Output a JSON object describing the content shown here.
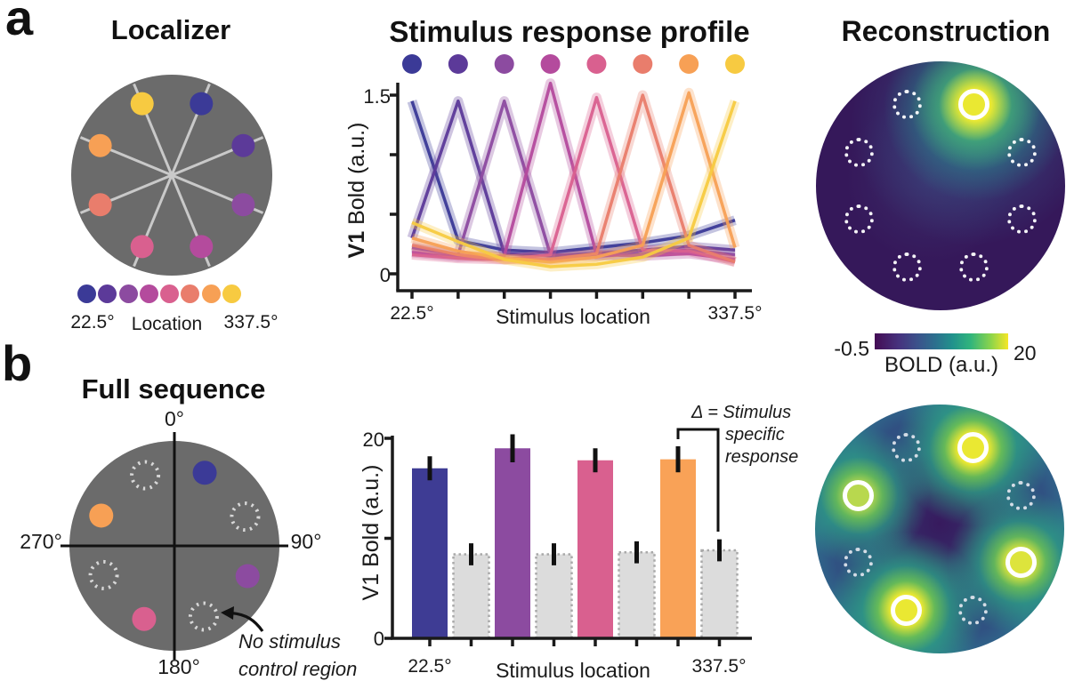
{
  "palette": {
    "plasma": [
      "#3b3a97",
      "#5c3a99",
      "#8c4ba0",
      "#b44b9d",
      "#d9608f",
      "#e97d6c",
      "#f7a055",
      "#f7ca41"
    ],
    "gray_circle": "#6b6b6b",
    "spoke": "#c9c9c9",
    "axis": "#1a1a1a",
    "control_bar_fill": "#dcdcdc",
    "control_bar_border": "#a9a9a9",
    "viridis_ends": [
      "#440c54",
      "#f5e626"
    ]
  },
  "panel_a": {
    "label": "a",
    "localizer": {
      "title": "Localizer",
      "angles_deg": [
        22.5,
        67.5,
        112.5,
        157.5,
        202.5,
        247.5,
        292.5,
        337.5
      ],
      "legend": {
        "min": "22.5°",
        "label": "Location",
        "max": "337.5°"
      }
    },
    "profile": {
      "title": "Stimulus response profile",
      "ylabel_prefix": "V1",
      "ylabel_suffix": " Bold (a.u.)",
      "xlabel": "Stimulus location",
      "ytick_top": "1.5",
      "ytick_bottom": "0",
      "xtick_first": "22.5°",
      "xtick_last": "337.5°"
    },
    "reconstruction": {
      "title": "Reconstruction",
      "solid_ring_angles_deg": [
        22.5
      ],
      "dotted_ring_angles_deg": [
        67.5,
        112.5,
        157.5,
        202.5,
        247.5,
        292.5,
        337.5
      ],
      "colorbar": {
        "min": "-0.5",
        "max": "20",
        "label": "BOLD (a.u.)"
      }
    }
  },
  "panel_b": {
    "label": "b",
    "full_sequence": {
      "title": "Full sequence",
      "axis_labels": {
        "top": "0°",
        "right": "90°",
        "bottom": "180°",
        "left": "270°"
      },
      "stimulus_angles_deg": [
        22.5,
        112.5,
        202.5,
        292.5
      ],
      "stimulus_color_indices": [
        0,
        2,
        4,
        6
      ],
      "control_angles_deg": [
        337.5,
        67.5,
        247.5,
        157.5
      ],
      "annotation": [
        "No stimulus",
        "control region"
      ]
    },
    "bars_labels": {
      "ylabel": "V1 Bold (a.u.)",
      "xlabel": "Stimulus location",
      "ytick_top": "20",
      "ytick_bottom": "0",
      "xtick_first": "22.5°",
      "xtick_last": "337.5°",
      "annotation": [
        "Δ = Stimulus",
        "specific",
        "response"
      ]
    },
    "reconstruction": {
      "solid_ring_angles_deg": [
        22.5,
        112.5,
        202.5,
        292.5
      ],
      "dotted_ring_angles_deg": [
        337.5,
        67.5,
        157.5,
        247.5
      ]
    }
  },
  "chart_data": [
    {
      "type": "line",
      "title": "Stimulus response profile",
      "xlabel": "Stimulus location",
      "ylabel": "V1 Bold (a.u.)",
      "ylim": [
        0,
        1.6
      ],
      "yticks": [
        0,
        0.5,
        1.0,
        1.5
      ],
      "ytick_labels_shown": [
        "0",
        "1.5"
      ],
      "x_tick_angles_deg": [
        22.5,
        67.5,
        112.5,
        157.5,
        202.5,
        247.5,
        292.5,
        337.5
      ],
      "x_tick_labels_shown": [
        "22.5°",
        "337.5°"
      ],
      "series": [
        {
          "name": "22.5°",
          "color": "#3b3a97",
          "values": [
            1.45,
            0.28,
            0.2,
            0.18,
            0.22,
            0.26,
            0.32,
            0.45
          ]
        },
        {
          "name": "67.5°",
          "color": "#5c3a99",
          "values": [
            0.3,
            1.45,
            0.17,
            0.15,
            0.17,
            0.2,
            0.23,
            0.2
          ]
        },
        {
          "name": "112.5°",
          "color": "#8c4ba0",
          "values": [
            0.22,
            0.16,
            1.45,
            0.16,
            0.15,
            0.17,
            0.2,
            0.16
          ]
        },
        {
          "name": "157.5°",
          "color": "#b44b9d",
          "values": [
            0.18,
            0.14,
            0.15,
            1.6,
            0.16,
            0.15,
            0.17,
            0.12
          ]
        },
        {
          "name": "202.5°",
          "color": "#d9608f",
          "values": [
            0.16,
            0.13,
            0.12,
            0.16,
            1.48,
            0.2,
            0.19,
            0.1
          ]
        },
        {
          "name": "247.5°",
          "color": "#e97d6c",
          "values": [
            0.24,
            0.16,
            0.12,
            0.12,
            0.17,
            1.5,
            0.24,
            0.1
          ]
        },
        {
          "name": "292.5°",
          "color": "#f7a055",
          "values": [
            0.3,
            0.19,
            0.13,
            0.1,
            0.14,
            0.24,
            1.52,
            0.22
          ]
        },
        {
          "name": "337.5°",
          "color": "#f7ca41",
          "values": [
            0.43,
            0.27,
            0.12,
            0.06,
            0.08,
            0.14,
            0.3,
            1.45
          ]
        }
      ]
    },
    {
      "type": "bar",
      "xlabel": "Stimulus location",
      "ylabel": "V1 Bold (a.u.)",
      "ylim": [
        0,
        20
      ],
      "yticks": [
        0,
        10,
        20
      ],
      "ytick_labels_shown": [
        "0",
        "20"
      ],
      "x_tick_labels_shown": [
        "22.5°",
        "337.5°"
      ],
      "annotation": "Δ = Stimulus specific response",
      "bars": [
        {
          "location": "22.5°",
          "kind": "stimulus",
          "value": 17.0,
          "err": 1.2,
          "color": "#3e3c94"
        },
        {
          "location": "67.5°",
          "kind": "control",
          "value": 8.4,
          "err": 1.1,
          "color": "#dcdcdc"
        },
        {
          "location": "112.5°",
          "kind": "stimulus",
          "value": 19.0,
          "err": 1.4,
          "color": "#8c4ba0"
        },
        {
          "location": "157.5°",
          "kind": "control",
          "value": 8.4,
          "err": 1.1,
          "color": "#dcdcdc"
        },
        {
          "location": "202.5°",
          "kind": "stimulus",
          "value": 17.8,
          "err": 1.2,
          "color": "#d9608f"
        },
        {
          "location": "247.5°",
          "kind": "control",
          "value": 8.6,
          "err": 1.1,
          "color": "#dcdcdc"
        },
        {
          "location": "292.5°",
          "kind": "stimulus",
          "value": 17.9,
          "err": 1.3,
          "color": "#f9a257"
        },
        {
          "location": "337.5°",
          "kind": "control",
          "value": 8.8,
          "err": 1.1,
          "color": "#dcdcdc"
        }
      ]
    }
  ]
}
